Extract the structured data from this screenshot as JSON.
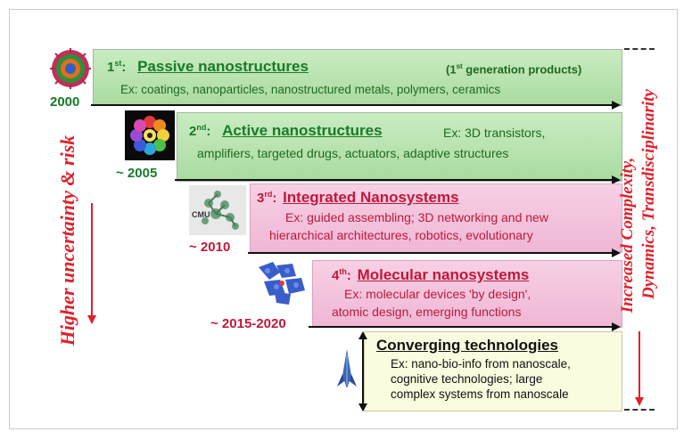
{
  "generations": [
    {
      "ordinal": "1",
      "suffix": "st",
      "title": "Passive nanostructures",
      "note_pre": "(1",
      "note_sup": "st",
      "note_post": " generation products)",
      "example": "Ex: coatings, nanoparticles, nanostructured metals, polymers, ceramics",
      "year": "2000"
    },
    {
      "ordinal": "2",
      "suffix": "nd",
      "title": "Active nanostructures",
      "example_line1": "Ex: 3D transistors,",
      "example_line2": "amplifiers, targeted drugs, actuators, adaptive structures",
      "year": "~ 2005"
    },
    {
      "ordinal": "3",
      "suffix": "rd",
      "title": "Integrated Nanosystems",
      "example_line1": "Ex: guided assembling; 3D networking and new",
      "example_line2": "hierarchical architectures, robotics, evolutionary",
      "year": "~ 2010",
      "icon_label": "CMU"
    },
    {
      "ordinal": "4",
      "suffix": "th",
      "title": "Molecular nanosystems",
      "example_line1": "Ex: molecular devices 'by design',",
      "example_line2": "atomic design, emerging functions",
      "year": "~ 2015-2020"
    }
  ],
  "converging": {
    "title": "Converging technologies",
    "line1": "Ex: nano-bio-info from nanoscale,",
    "line2": "cognitive technologies; large",
    "line3": "complex systems from nanoscale"
  },
  "left_axis_label": "Higher uncertainty & risk",
  "right_axis_label_line1": "Increased Complexity,",
  "right_axis_label_line2": "Dynamics, Transdisciplinarity",
  "colors": {
    "green_box": "#b8e3ae",
    "pink_box": "#f3c3dc",
    "yellow_box": "#fbfbe0",
    "accent_red": "#e0202a",
    "green_text": "#1a7a2a"
  },
  "icons": [
    "fullerene-icon",
    "flower-molecule-icon",
    "nanosystem-cmu-icon",
    "molecular-device-icon",
    "rocket-icon"
  ]
}
